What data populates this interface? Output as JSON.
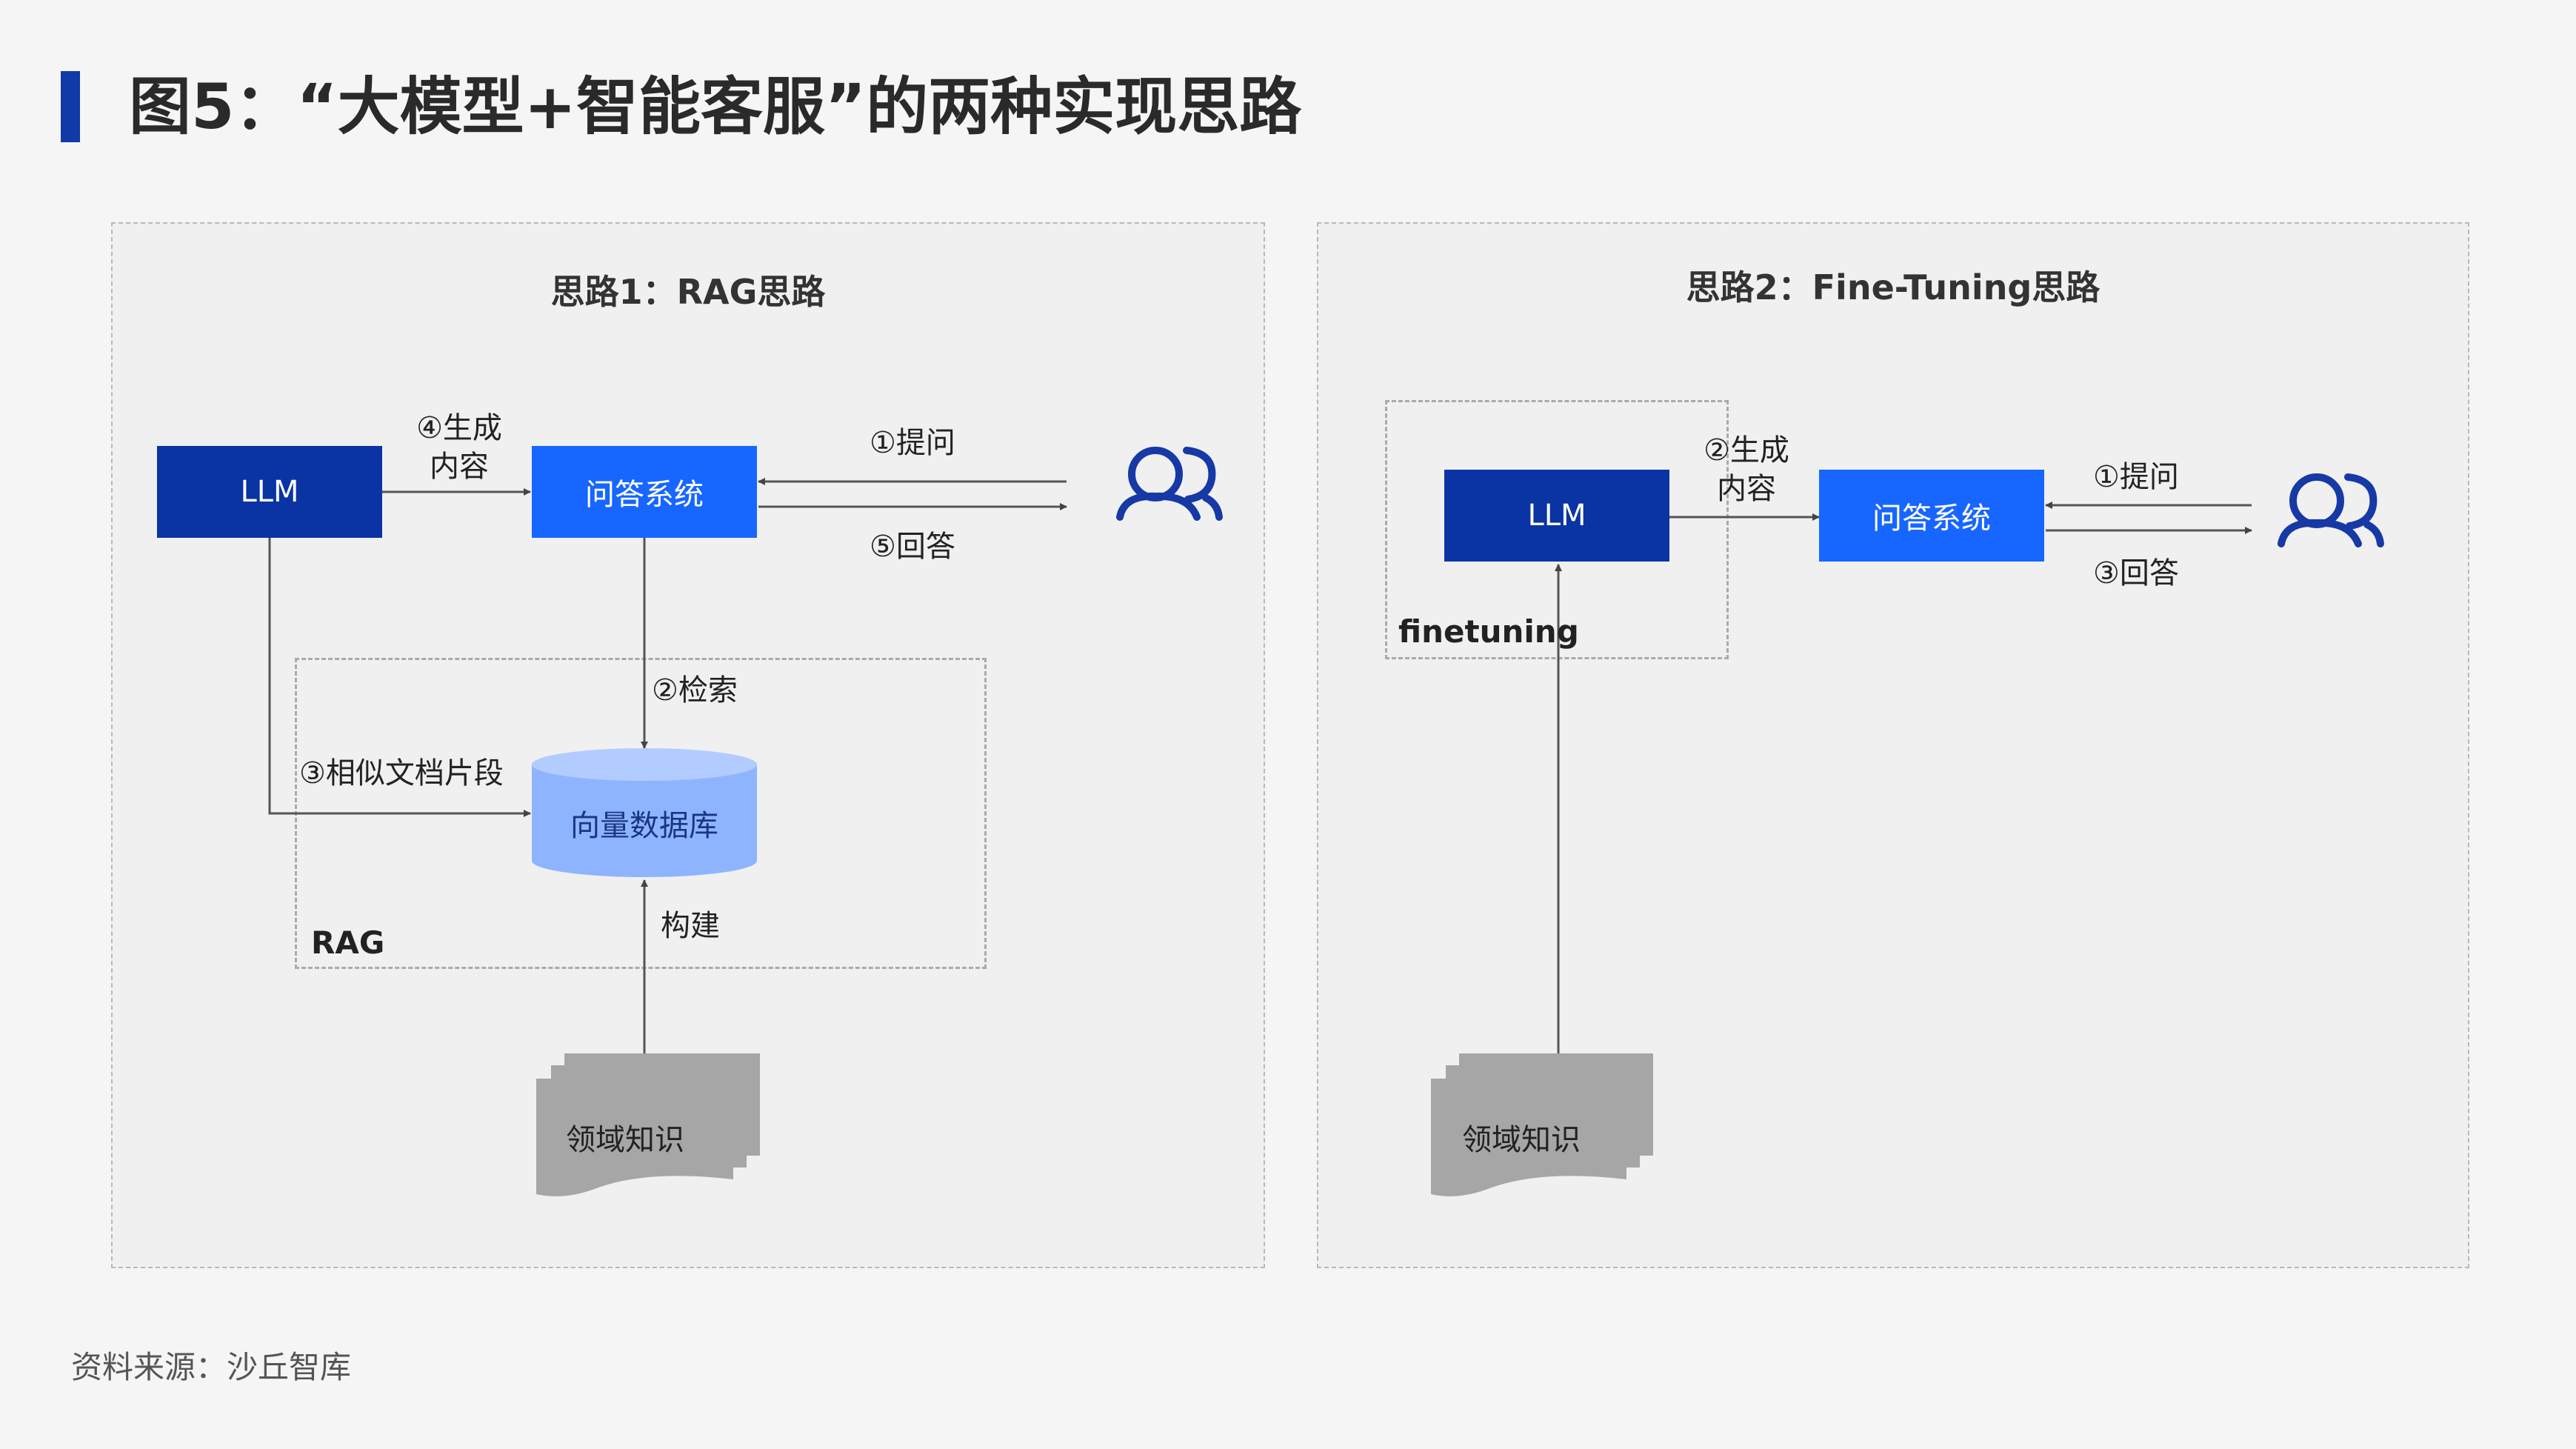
{
  "title": "图5：“大模型+智能客服”的两种实现思路",
  "source": "资料来源：沙丘智库",
  "colors": {
    "llm": "#0a33a3",
    "qa": "#1766ff",
    "accent": "#0f3aa8",
    "user_icon": "#1639a6",
    "db": "#8fb4ff",
    "doc": "#a6a6a6"
  },
  "left": {
    "title": "思路1：RAG思路",
    "llm": "LLM",
    "qa": "问答系统",
    "db": "向量数据库",
    "doc": "领域知识",
    "rag_label": "RAG",
    "generate_label_line1": "④生成",
    "generate_label_line2": "内容",
    "ask_label": "①提问",
    "answer_label": "⑤回答",
    "search_label": "②检索",
    "similar_label": "③相似文档片段",
    "build_label": "构建",
    "user_icon": "users-icon"
  },
  "right": {
    "title": "思路2：Fine-Tuning思路",
    "llm": "LLM",
    "qa": "问答系统",
    "doc": "领域知识",
    "finetune_label": "finetuning",
    "generate_label_line1": "②生成",
    "generate_label_line2": "内容",
    "ask_label": "①提问",
    "answer_label": "③回答",
    "user_icon": "users-icon"
  }
}
